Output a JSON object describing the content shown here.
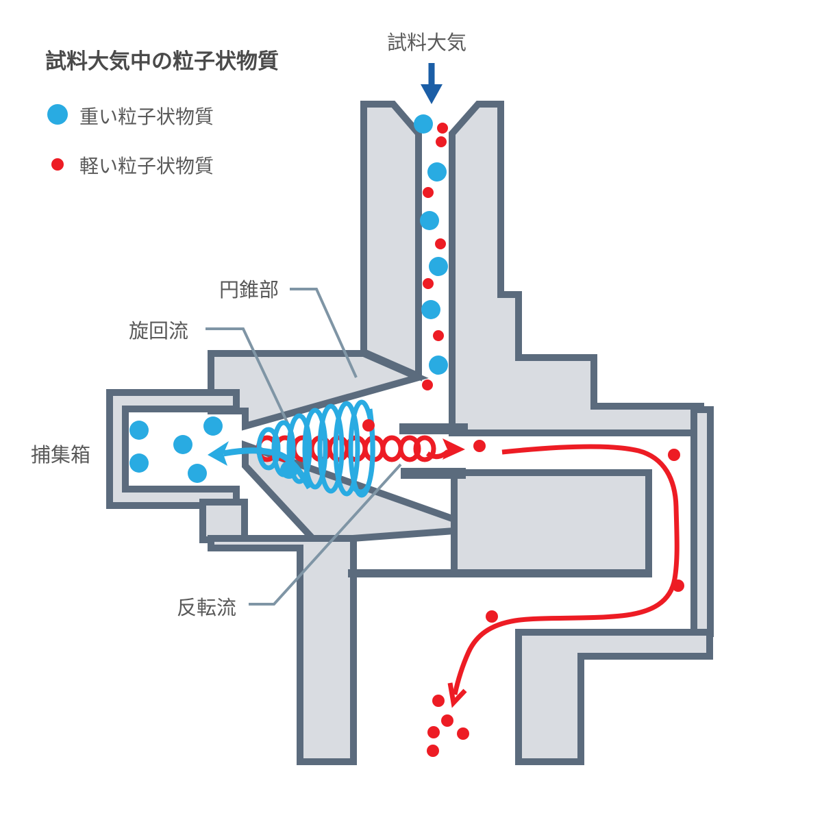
{
  "title": "試料大気中の粒子状物質",
  "inlet_flow_label": "試料大気",
  "legend": {
    "heavy": {
      "label": "重い粒子状物質"
    },
    "light": {
      "label": "軽い粒子状物質"
    }
  },
  "labels": {
    "cone": "円錐部",
    "swirl_flow": "旋回流",
    "collection_box": "捕集箱",
    "reverse_flow": "反転流"
  },
  "colors": {
    "heavy_particle": "#29abe2",
    "light_particle": "#ed1c24",
    "wall_fill": "#d9dce1",
    "wall_stroke": "#5b6b7d",
    "inlet_arrow": "#1b5ea6",
    "leader_line": "#7f95a5",
    "label_text": "#595959",
    "title_text": "#4a4a4a"
  },
  "particles": {
    "heavy": [
      [
        618,
        181,
        14
      ],
      [
        638,
        251,
        14
      ],
      [
        627,
        322,
        14
      ],
      [
        640,
        389,
        14
      ],
      [
        629,
        452,
        14
      ],
      [
        640,
        533,
        14
      ],
      [
        203,
        628,
        14
      ],
      [
        203,
        676,
        14
      ],
      [
        267,
        649,
        14
      ],
      [
        311,
        622,
        14
      ],
      [
        288,
        691,
        14
      ],
      [
        422,
        686,
        13
      ]
    ],
    "light": [
      [
        646,
        187,
        8
      ],
      [
        644,
        207,
        8
      ],
      [
        625,
        281,
        8
      ],
      [
        643,
        356,
        8
      ],
      [
        625,
        414,
        8
      ],
      [
        640,
        490,
        8
      ],
      [
        624,
        562,
        8
      ],
      [
        538,
        621,
        9
      ],
      [
        700,
        651,
        9
      ],
      [
        984,
        664,
        9
      ],
      [
        990,
        855,
        9
      ],
      [
        718,
        900,
        9
      ],
      [
        640,
        1023,
        9
      ],
      [
        653,
        1052,
        9
      ],
      [
        633,
        1069,
        9
      ],
      [
        676,
        1071,
        9
      ],
      [
        632,
        1096,
        9
      ]
    ]
  }
}
